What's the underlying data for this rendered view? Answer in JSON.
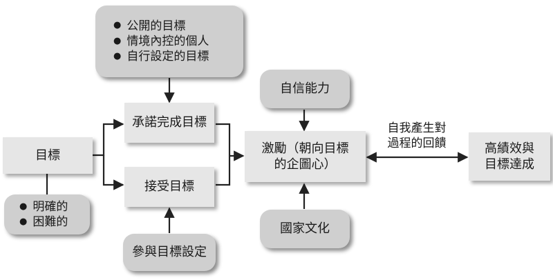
{
  "top_pill": {
    "items": [
      "公開的目標",
      "情境內控的個人",
      "自行設定的目標"
    ]
  },
  "commitment": "承諾完成目標",
  "goal": "目標",
  "acceptance": "接受目標",
  "goal_traits": {
    "items": [
      "明確的",
      "困難的"
    ]
  },
  "participation": "參與目標設定",
  "self_efficacy": "自信能力",
  "motivation": {
    "line1": "激勵（朝向目標",
    "line2": "的企圖心）"
  },
  "national_culture": "國家文化",
  "feedback": {
    "line1": "自我產生對",
    "line2": "過程的回饋"
  },
  "outcome": {
    "line1": "高績效與",
    "line2": "目標達成"
  }
}
